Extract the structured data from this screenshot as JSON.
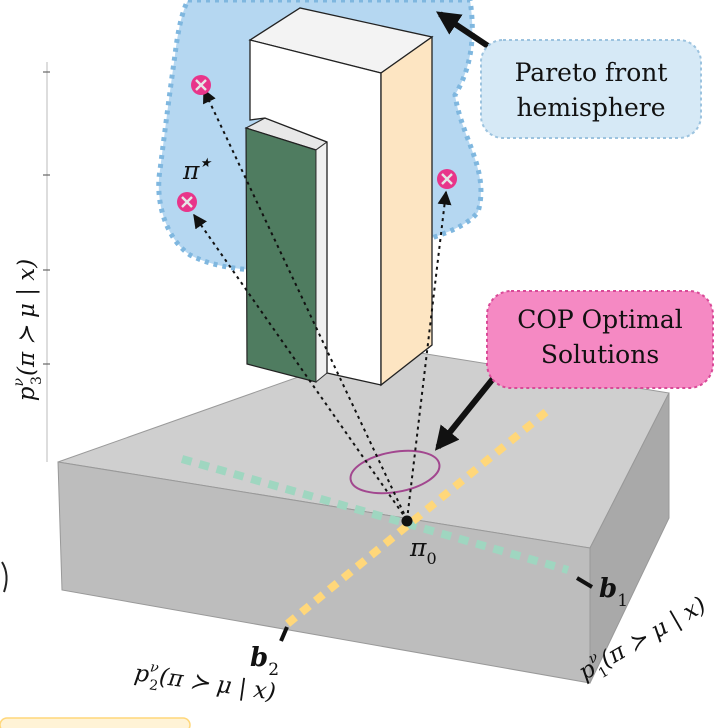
{
  "callouts": {
    "pareto": {
      "line1": "Pareto front",
      "line2": "hemisphere"
    },
    "cop": {
      "line1": "COP Optimal",
      "line2": "Solutions"
    }
  },
  "axes": {
    "p1": {
      "base": "p",
      "sup": "ν",
      "sub": "1",
      "arg": "(π ≻ μ | x)"
    },
    "p2": {
      "base": "p",
      "sup": "ν",
      "sub": "2",
      "arg": "(π ≻ μ | x)"
    },
    "p3": {
      "base": "p",
      "sup": "ν",
      "sub": "3",
      "arg": "(π ≻ μ | x)"
    }
  },
  "bounds": {
    "b1": {
      "base": "b",
      "sub": "1"
    },
    "b2": {
      "base": "b",
      "sub": "2"
    }
  },
  "points": {
    "origin": {
      "base": "π",
      "sub": "0"
    },
    "star": {
      "base": "π",
      "sup": "★"
    }
  },
  "colors": {
    "slab_top": "#cfcfcf",
    "slab_front": "#bdbdbd",
    "slab_right": "#a9a9a9",
    "pareto_fill": "#a8d0ee",
    "pareto_edge": "#7fb7df",
    "tower_front": "#ffffff",
    "tower_side": "#fde5c2",
    "green_panel": "#4f7c60",
    "bound_b1": "#9fd6c0",
    "bound_b2": "#ffd77a",
    "pink_fill": "#f589c3",
    "pink_edge": "#d94a98",
    "cop_ellipse": "#a2478f",
    "marker": "#e8358a"
  },
  "icons": [
    "cross-marker-icon",
    "arrow-icon"
  ]
}
